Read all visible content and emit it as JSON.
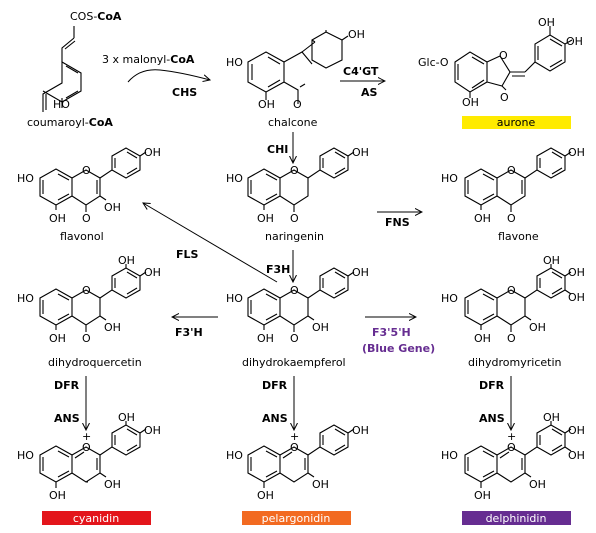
{
  "colors": {
    "aurone": "#ffeb00",
    "cyanidin": "#e3151b",
    "pelargonidin": "#f26a21",
    "delphinidin": "#662d91",
    "blue_gene_text": "#662d91"
  },
  "compounds": {
    "coumaroyl": [
      "coumaroyl-",
      "CoA"
    ],
    "chalcone": "chalcone",
    "aurone": "aurone",
    "flavonol": "flavonol",
    "naringenin": "naringenin",
    "flavone": "flavone",
    "dihydroquercetin": "dihydroquercetin",
    "dihydrokaempferol": "dihydrokaempferol",
    "dihydromyricetin": "dihydromyricetin",
    "cyanidin": "cyanidin",
    "pelargonidin": "pelargonidin",
    "delphinidin": "delphinidin"
  },
  "reagents": {
    "malonyl": [
      "3 x malonyl-",
      "CoA"
    ]
  },
  "enzymes": {
    "chs": "CHS",
    "c4gt": "C4'GT",
    "as": "AS",
    "chi": "CHI",
    "fns": "FNS",
    "fls": "FLS",
    "f3h": "F3H",
    "f3h_prime": "F3'H",
    "f35h": "F3'5'H",
    "blue_gene": "(Blue Gene)",
    "dfr": "DFR",
    "ans": "ANS"
  },
  "atoms": {
    "cos": [
      "COS-",
      "CoA"
    ],
    "oh": "OH",
    "ho": "HO",
    "o": "O",
    "glc_o": "Glc-O",
    "plus": "+"
  }
}
